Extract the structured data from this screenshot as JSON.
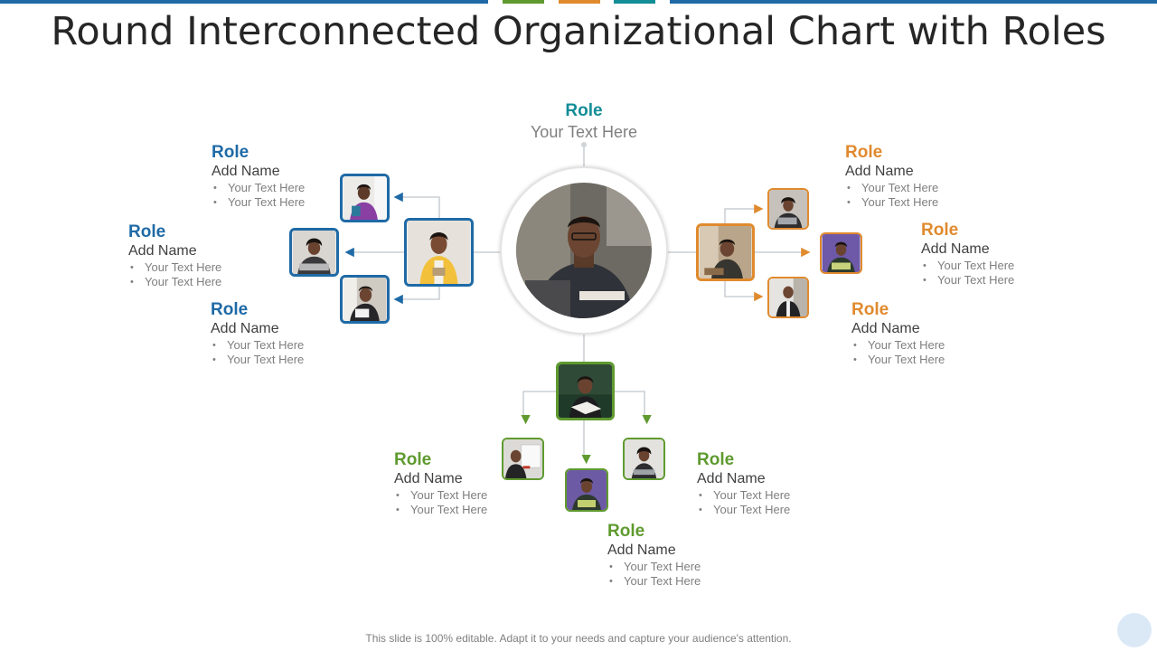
{
  "title": "Round Interconnected Organizational Chart with Roles",
  "colors": {
    "blue": "#1f6aa6",
    "orange": "#e08a2e",
    "green": "#5f9a2f",
    "teal": "#138d96",
    "connector": "#bfc5cc"
  },
  "top_bar_colors": [
    "#1f6aa6",
    "#5f9a2f",
    "#e08a2e",
    "#138d96",
    "#1f6aa6"
  ],
  "center": {
    "role": "Role",
    "text": "Your Text Here",
    "photo_icon": "person-photo"
  },
  "left_group": [
    {
      "role": "Role",
      "name": "Add Name",
      "bullets": [
        "Your Text Here",
        "Your Text Here"
      ]
    },
    {
      "role": "Role",
      "name": "Add Name",
      "bullets": [
        "Your Text Here",
        "Your Text Here"
      ]
    },
    {
      "role": "Role",
      "name": "Add Name",
      "bullets": [
        "Your Text Here",
        "Your Text Here"
      ]
    }
  ],
  "right_group": [
    {
      "role": "Role",
      "name": "Add Name",
      "bullets": [
        "Your Text Here",
        "Your Text Here"
      ]
    },
    {
      "role": "Role",
      "name": "Add Name",
      "bullets": [
        "Your Text Here",
        "Your Text Here"
      ]
    },
    {
      "role": "Role",
      "name": "Add Name",
      "bullets": [
        "Your Text Here",
        "Your Text Here"
      ]
    }
  ],
  "bottom_group": [
    {
      "role": "Role",
      "name": "Add Name",
      "bullets": [
        "Your Text Here",
        "Your Text Here"
      ]
    },
    {
      "role": "Role",
      "name": "Add Name",
      "bullets": [
        "Your Text Here",
        "Your Text Here"
      ]
    },
    {
      "role": "Role",
      "name": "Add Name",
      "bullets": [
        "Your Text Here",
        "Your Text Here"
      ]
    }
  ],
  "footer": "This slide is 100% editable. Adapt it to your needs and capture your audience's attention."
}
